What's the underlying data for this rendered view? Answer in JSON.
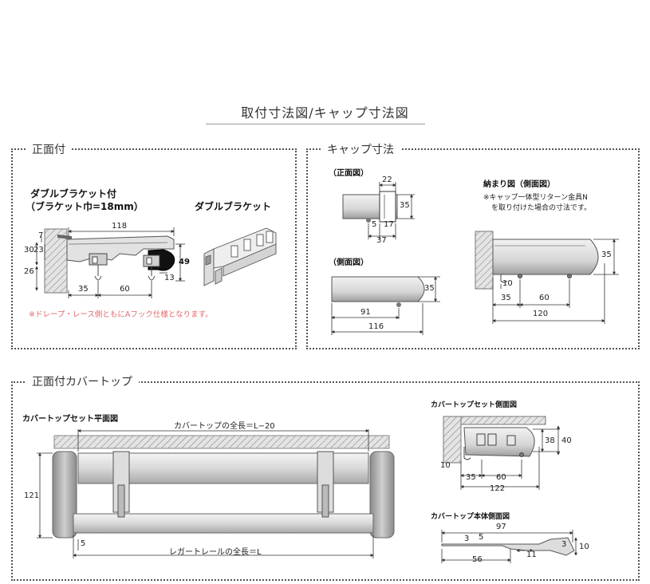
{
  "header": {
    "title": "取付寸法図/キャップ寸法図"
  },
  "front_mount": {
    "section_title": "正面付",
    "label_line1": "ダブルブラケット付",
    "label_line2": "（ブラケット巾=18mm）",
    "bracket_label": "ダブルブラケット",
    "dims": {
      "d118": "118",
      "d7": "7",
      "d30": "30",
      "d23": "23",
      "d26": "26",
      "d49": "49",
      "d35": "35",
      "d60": "60",
      "d13": "13"
    },
    "note": "※ドレープ・レース側ともにAフック仕様となります。"
  },
  "cap": {
    "section_title": "キャップ寸法",
    "front_view_label": "（正面図）",
    "side_view_label": "（側面図）",
    "installed_label": "納まり図（側面図）",
    "installed_note_line1": "※キャップ一体型リターン金具N",
    "installed_note_line2": "を取り付けた場合の寸法です。",
    "front_dims": {
      "d22": "22",
      "d35": "35",
      "d5": "5",
      "d17": "17",
      "d37": "37"
    },
    "side_dims": {
      "d35": "35",
      "d91": "91",
      "d116": "116"
    },
    "installed_dims": {
      "d35v": "35",
      "d10": "10",
      "d35": "35",
      "d60": "60",
      "d120": "120"
    }
  },
  "cover_top": {
    "section_title": "正面付カバートップ",
    "plan_label": "カバートップセット平面図",
    "total_label": "カバートップの全長＝L−20",
    "rail_label": "レガートレールの全長＝L",
    "dims": {
      "d121": "121",
      "d5": "5"
    },
    "set_side_label": "カバートップセット側面図",
    "set_side_dims": {
      "d38": "38",
      "d40": "40",
      "d10": "10",
      "d35": "35",
      "d60": "60",
      "d122": "122"
    },
    "body_side_label": "カバートップ本体側面図",
    "body_side_dims": {
      "d97": "97",
      "d3a": "3",
      "d5": "5",
      "d11": "11",
      "d56": "56",
      "d3b": "3",
      "d10": "10"
    }
  }
}
